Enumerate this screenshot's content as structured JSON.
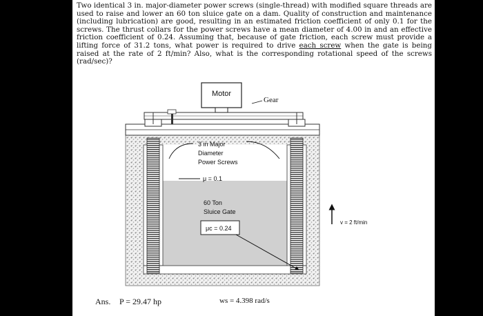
{
  "problem": {
    "text_before": "Two identical 3 in. major-diameter power screws (single-thread) with modified square threads are used to raise and lower an 60 ton sluice gate on a dam. Quality of construction and maintenance (including lubrication) are good, resulting in an estimated friction coefficient of only 0.1 for the screws. The thrust collars for the power screws have a mean diameter of 4.00 in and an effective friction coefficient of 0.24. Assuming that, because of gate friction, each screw must provide a lifting force of 31.2 tons, what power is required to drive ",
    "underlined": "each screw",
    "text_after": " when the gate is being raised at the rate of 2 ft/min? Also, what is the corresponding rotational speed of the screws (rad/sec)?"
  },
  "diagram": {
    "motor_label": "Motor",
    "gear_label": "Gear",
    "screw_label_1": "3 in Major",
    "screw_label_2": "Diameter",
    "screw_label_3": "Power Screws",
    "mu_label": "μ = 0.1",
    "gate_label_1": "60 Ton",
    "gate_label_2": "Sluice Gate",
    "collar_label": "μc = 0.24",
    "velocity_label": "v = 2 ft/min"
  },
  "answers": {
    "prefix": "Ans.",
    "power": "P = 29.47 hp",
    "speed": "ws = 4.398 rad/s"
  }
}
